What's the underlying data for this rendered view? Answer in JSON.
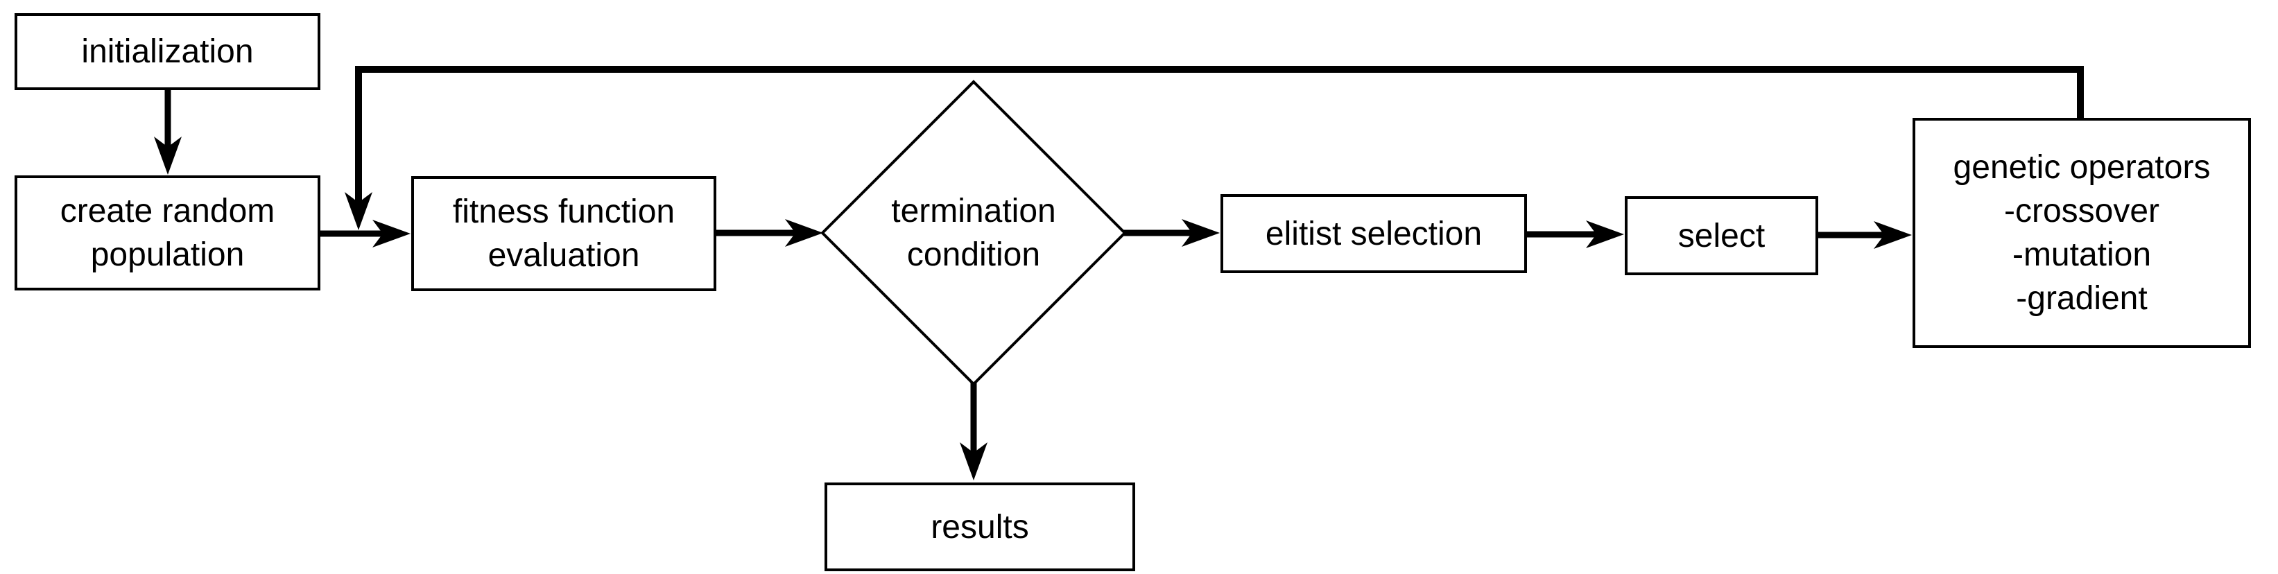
{
  "colors": {
    "background": "#ffffff",
    "stroke": "#000000",
    "text": "#000000"
  },
  "nodes": {
    "initialization": "initialization",
    "create_random_population": "create random\npopulation",
    "fitness_function_evaluation": "fitness function\nevaluation",
    "termination_condition": "termination\ncondition",
    "elitist_selection": "elitist selection",
    "select": "select",
    "genetic_operators": "genetic operators\n-crossover\n-mutation\n-gradient",
    "results": "results"
  }
}
